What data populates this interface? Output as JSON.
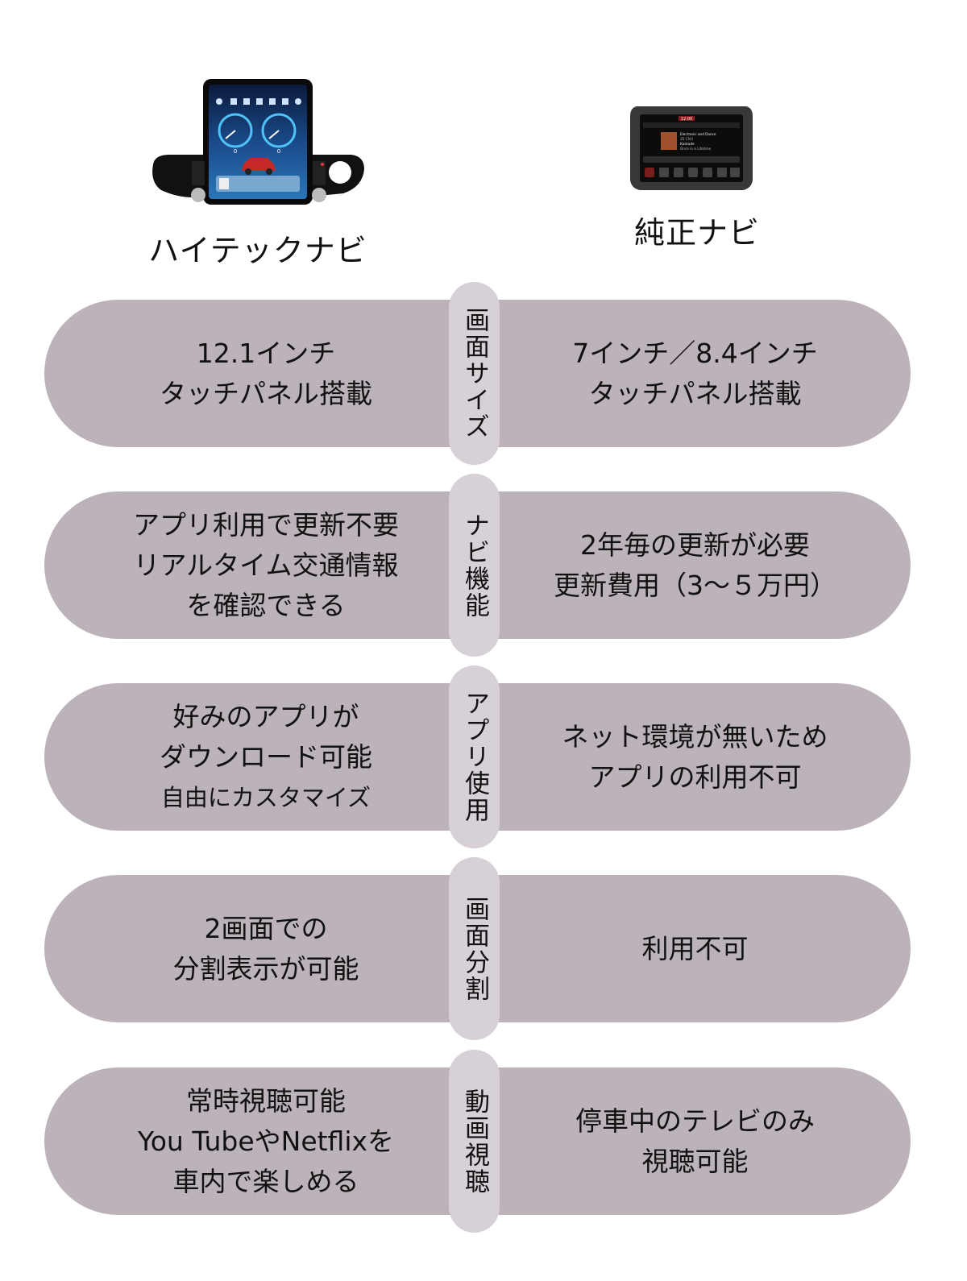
{
  "products": {
    "left": {
      "title": "ハイテックナビ",
      "image": "vertical-touchscreen-car-navigation"
    },
    "right": {
      "title": "純正ナビ",
      "image": "oem-car-navigation-unit"
    }
  },
  "hitech_screen": {
    "speed_left": "0",
    "speed_right": "0"
  },
  "oem_screen": {
    "clock": "12:00",
    "track_genre": "Electronic and Dance",
    "station": "35 Chill",
    "artist": "Kaskade",
    "song": "Once in a Lifetime"
  },
  "comparison": [
    {
      "category": "画面サイズ",
      "left": [
        "12.1インチ",
        "タッチパネル搭載"
      ],
      "right": [
        "7インチ／8.4インチ",
        "タッチパネル搭載"
      ]
    },
    {
      "category": "ナビ機能",
      "left": [
        "アプリ利用で更新不要",
        "リアルタイム交通情報",
        "を確認できる"
      ],
      "right": [
        "2年毎の更新が必要",
        "更新費用（3～５万円）"
      ]
    },
    {
      "category": "アプリ使用",
      "left": [
        "好みのアプリが",
        "ダウンロード可能",
        "自由にカスタマイズ"
      ],
      "right": [
        "ネット環境が無いため",
        "アプリの利用不可"
      ]
    },
    {
      "category": "画面分割",
      "left": [
        "2画面での",
        "分割表示が可能"
      ],
      "right": [
        "利用不可"
      ]
    },
    {
      "category": "動画視聴",
      "left": [
        "常時視聴可能",
        "You TubeやNetflixを",
        "車内で楽しめる"
      ],
      "right": [
        "停車中のテレビのみ",
        "視聴可能"
      ]
    }
  ],
  "colors": {
    "band": "#bcb2ba",
    "pill": "#d7d0d7",
    "text": "#111111",
    "background": "#ffffff"
  }
}
